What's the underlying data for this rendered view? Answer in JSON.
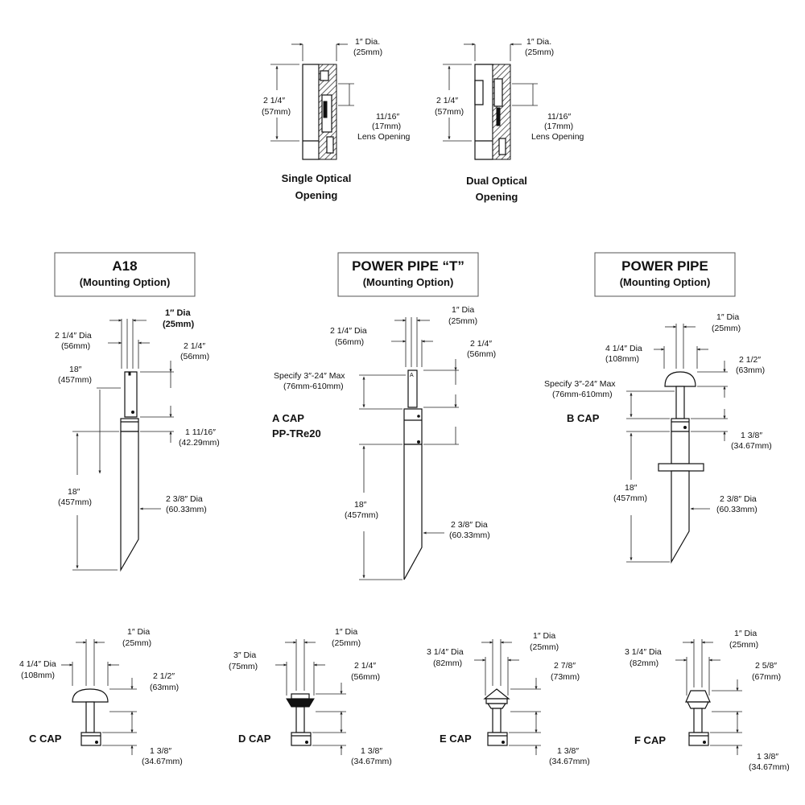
{
  "optical": {
    "single": {
      "title_line1": "Single Optical",
      "title_line2": "Opening",
      "dia": "1″ Dia.",
      "dia_mm": "(25mm)",
      "height": "2 1/4″",
      "height_mm": "(57mm)",
      "lens": "11/16″",
      "lens_mm": "(17mm)",
      "lens_label": "Lens Opening"
    },
    "dual": {
      "title_line1": "Dual Optical",
      "title_line2": "Opening",
      "dia": "1″ Dia.",
      "dia_mm": "(25mm)",
      "height": "2 1/4″",
      "height_mm": "(57mm)",
      "lens": "11/16″",
      "lens_mm": "(17mm)",
      "lens_label": "Lens Opening"
    }
  },
  "a18": {
    "title": "A18",
    "subtitle": "(Mounting Option)",
    "dia": "1″ Dia",
    "dia_mm": "(25mm)",
    "outer_dia": "2 1/4″ Dia",
    "outer_dia_mm": "(56mm)",
    "cap_height": "2 1/4″",
    "cap_height_mm": "(56mm)",
    "upper": "18″",
    "upper_mm": "(457mm)",
    "collar": "1 11/16″",
    "collar_mm": "(42.29mm)",
    "stake": "18″",
    "stake_mm": "(457mm)",
    "stake_dia": "2 3/8″ Dia",
    "stake_dia_mm": "(60.33mm)"
  },
  "ppt": {
    "title": "POWER PIPE “T”",
    "subtitle": "(Mounting Option)",
    "dia": "1″ Dia",
    "dia_mm": "(25mm)",
    "outer_dia": "2 1/4″ Dia",
    "outer_dia_mm": "(56mm)",
    "cap_height": "2 1/4″",
    "cap_height_mm": "(56mm)",
    "specify": "Specify 3″-24″ Max",
    "specify_mm": "(76mm-610mm)",
    "cap_label": "A CAP",
    "cap_model": "PP-TRe20",
    "stake": "18″",
    "stake_mm": "(457mm)",
    "stake_dia": "2 3/8″ Dia",
    "stake_dia_mm": "(60.33mm)"
  },
  "pp": {
    "title": "POWER PIPE",
    "subtitle": "(Mounting Option)",
    "dia": "1″ Dia",
    "dia_mm": "(25mm)",
    "outer_dia": "4 1/4″ Dia",
    "outer_dia_mm": "(108mm)",
    "cap_height": "2 1/2″",
    "cap_height_mm": "(63mm)",
    "specify": "Specify 3″-24″ Max",
    "specify_mm": "(76mm-610mm)",
    "cap_label": "B CAP",
    "collar": "1 3/8″",
    "collar_mm": "(34.67mm)",
    "stake": "18″",
    "stake_mm": "(457mm)",
    "stake_dia": "2 3/8″ Dia",
    "stake_dia_mm": "(60.33mm)"
  },
  "caps": {
    "c": {
      "label": "C CAP",
      "dia": "1″ Dia",
      "dia_mm": "(25mm)",
      "outer": "4 1/4″ Dia",
      "outer_mm": "(108mm)",
      "height": "2 1/2″",
      "height_mm": "(63mm)",
      "collar": "1 3/8″",
      "collar_mm": "(34.67mm)"
    },
    "d": {
      "label": "D CAP",
      "dia": "1″ Dia",
      "dia_mm": "(25mm)",
      "outer": "3″ Dia",
      "outer_mm": "(75mm)",
      "height": "2 1/4″",
      "height_mm": "(56mm)",
      "collar": "1 3/8″",
      "collar_mm": "(34.67mm)"
    },
    "e": {
      "label": "E CAP",
      "dia": "1″ Dia",
      "dia_mm": "(25mm)",
      "outer": "3 1/4″ Dia",
      "outer_mm": "(82mm)",
      "height": "2 7/8″",
      "height_mm": "(73mm)",
      "collar": "1 3/8″",
      "collar_mm": "(34.67mm)"
    },
    "f": {
      "label": "F CAP",
      "dia": "1″ Dia",
      "dia_mm": "(25mm)",
      "outer": "3 1/4″ Dia",
      "outer_mm": "(82mm)",
      "height": "2 5/8″",
      "height_mm": "(67mm)",
      "collar": "1 3/8″",
      "collar_mm": "(34.67mm)"
    }
  }
}
